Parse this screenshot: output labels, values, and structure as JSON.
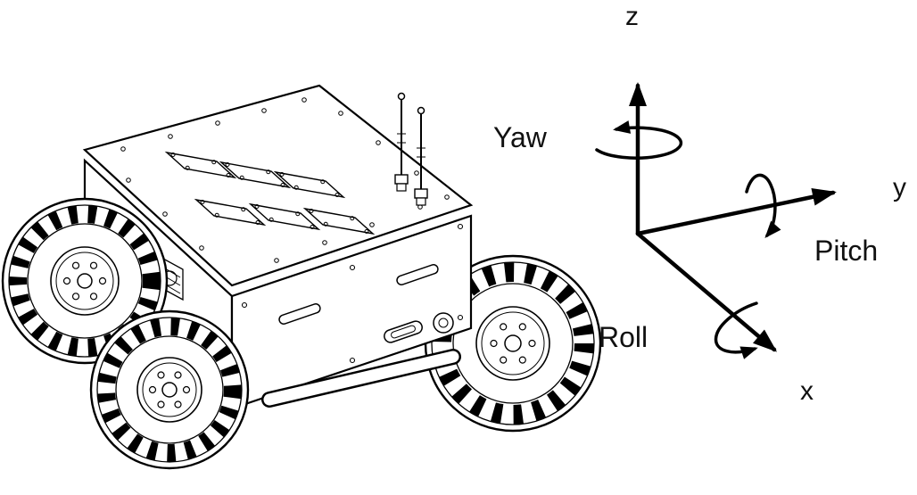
{
  "figure": {
    "illustration": "four-wheeled-ugv-line-drawing",
    "axes": {
      "z": "z",
      "y": "y",
      "x": "x"
    },
    "rotations": {
      "yaw": "Yaw",
      "pitch": "Pitch",
      "roll": "Roll"
    },
    "colors": {
      "ink": "#000000",
      "background": "#ffffff"
    }
  }
}
